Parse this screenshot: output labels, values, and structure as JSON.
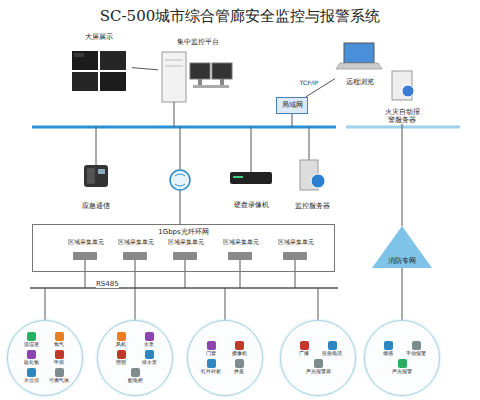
{
  "diagram": {
    "title": "SC-500城市综合管廊安全监控与报警系统",
    "nodes": [
      {
        "text": [
          "大屏展示"
        ]
      },
      {
        "text": [
          "集中监控平台"
        ]
      },
      {
        "text": [
          "远程浏览"
        ]
      },
      {
        "text": [
          "局域网"
        ]
      },
      {
        "text": [
          "火灾自动报警服务器"
        ]
      },
      {
        "text": [
          "应急通信"
        ]
      },
      {
        "text": [
          "硬盘录像机"
        ]
      },
      {
        "text": [
          "监控服务器"
        ]
      },
      {
        "text": [
          "1Gbps光纤环网"
        ]
      },
      {
        "text": [
          "区域采集单元"
        ],
        "in": 8
      },
      {
        "text": [
          "区域采集单元"
        ],
        "in": 8
      },
      {
        "text": [
          "区域采集单元"
        ],
        "in": 8
      },
      {
        "text": [
          "区域采集单元"
        ],
        "in": 8
      },
      {
        "text": [
          "区域采集单元"
        ],
        "in": 8
      },
      {
        "text": [
          "消防专网"
        ]
      },
      {
        "text": [
          "温湿度",
          "氧气",
          "硫化氢",
          "甲烷",
          "水位仪",
          "可燃气体"
        ]
      },
      {
        "text": [
          "风机",
          "水泵",
          "照明",
          "排水泵",
          "配电柜"
        ]
      },
      {
        "text": [
          "门禁",
          "摄像机",
          "红外对射",
          "井盖"
        ]
      },
      {
        "text": [
          "广播",
          "应急电话",
          "声光报警器"
        ]
      },
      {
        "text": [
          "烟感",
          "手动报警",
          "声光报警"
        ]
      }
    ],
    "edges": [
      {
        "from": 0,
        "to": 1,
        "arrow": "none"
      },
      {
        "from": 3,
        "to": 2,
        "label": "TCP/IP",
        "arrow": "none"
      },
      {
        "from": 4,
        "to": 14,
        "arrow": "none"
      },
      {
        "from": 14,
        "to": 19,
        "arrow": "none"
      }
    ],
    "labels": [
      "RS485"
    ]
  }
}
